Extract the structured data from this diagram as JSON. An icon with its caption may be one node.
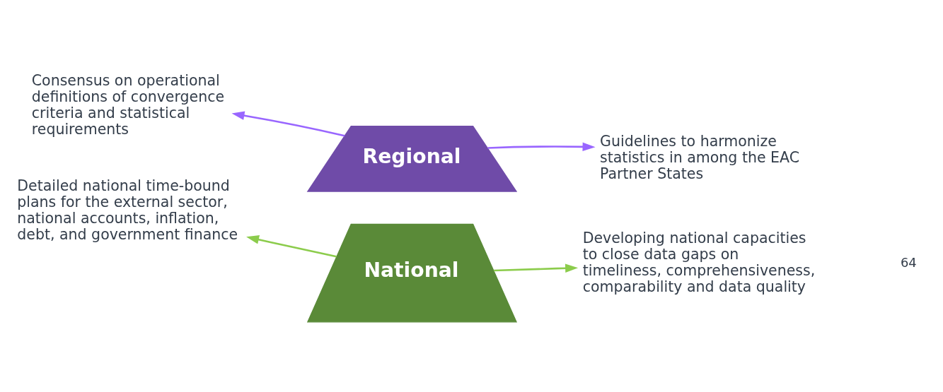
{
  "diagram": {
    "nodes": [
      {
        "text": [
          "Consensus on operational definitions of convergence criteria and statistical requirements"
        ]
      },
      {
        "text": [
          "Regional"
        ]
      },
      {
        "text": [
          "Guidelines to harmonize statistics in among the EAC Partner States"
        ]
      },
      {
        "text": [
          "National"
        ]
      },
      {
        "text": [
          "Detailed national time-bound plans for the external sector, national accounts, inflation, debt, and government finance"
        ]
      },
      {
        "text": [
          "Developing national capacities to close data gaps on timeliness, comprehensiveness, comparability and data quality"
        ]
      }
    ],
    "edges": [
      {
        "from": 1,
        "to": 0,
        "arrow": "to",
        "color": "#9966ff"
      },
      {
        "from": 1,
        "to": 2,
        "arrow": "to",
        "color": "#9966ff"
      },
      {
        "from": 3,
        "to": 4,
        "arrow": "to",
        "color": "#8ccc4c"
      },
      {
        "from": 3,
        "to": 5,
        "arrow": "to",
        "color": "#8ccc4c"
      }
    ],
    "labels": [
      "64"
    ]
  }
}
